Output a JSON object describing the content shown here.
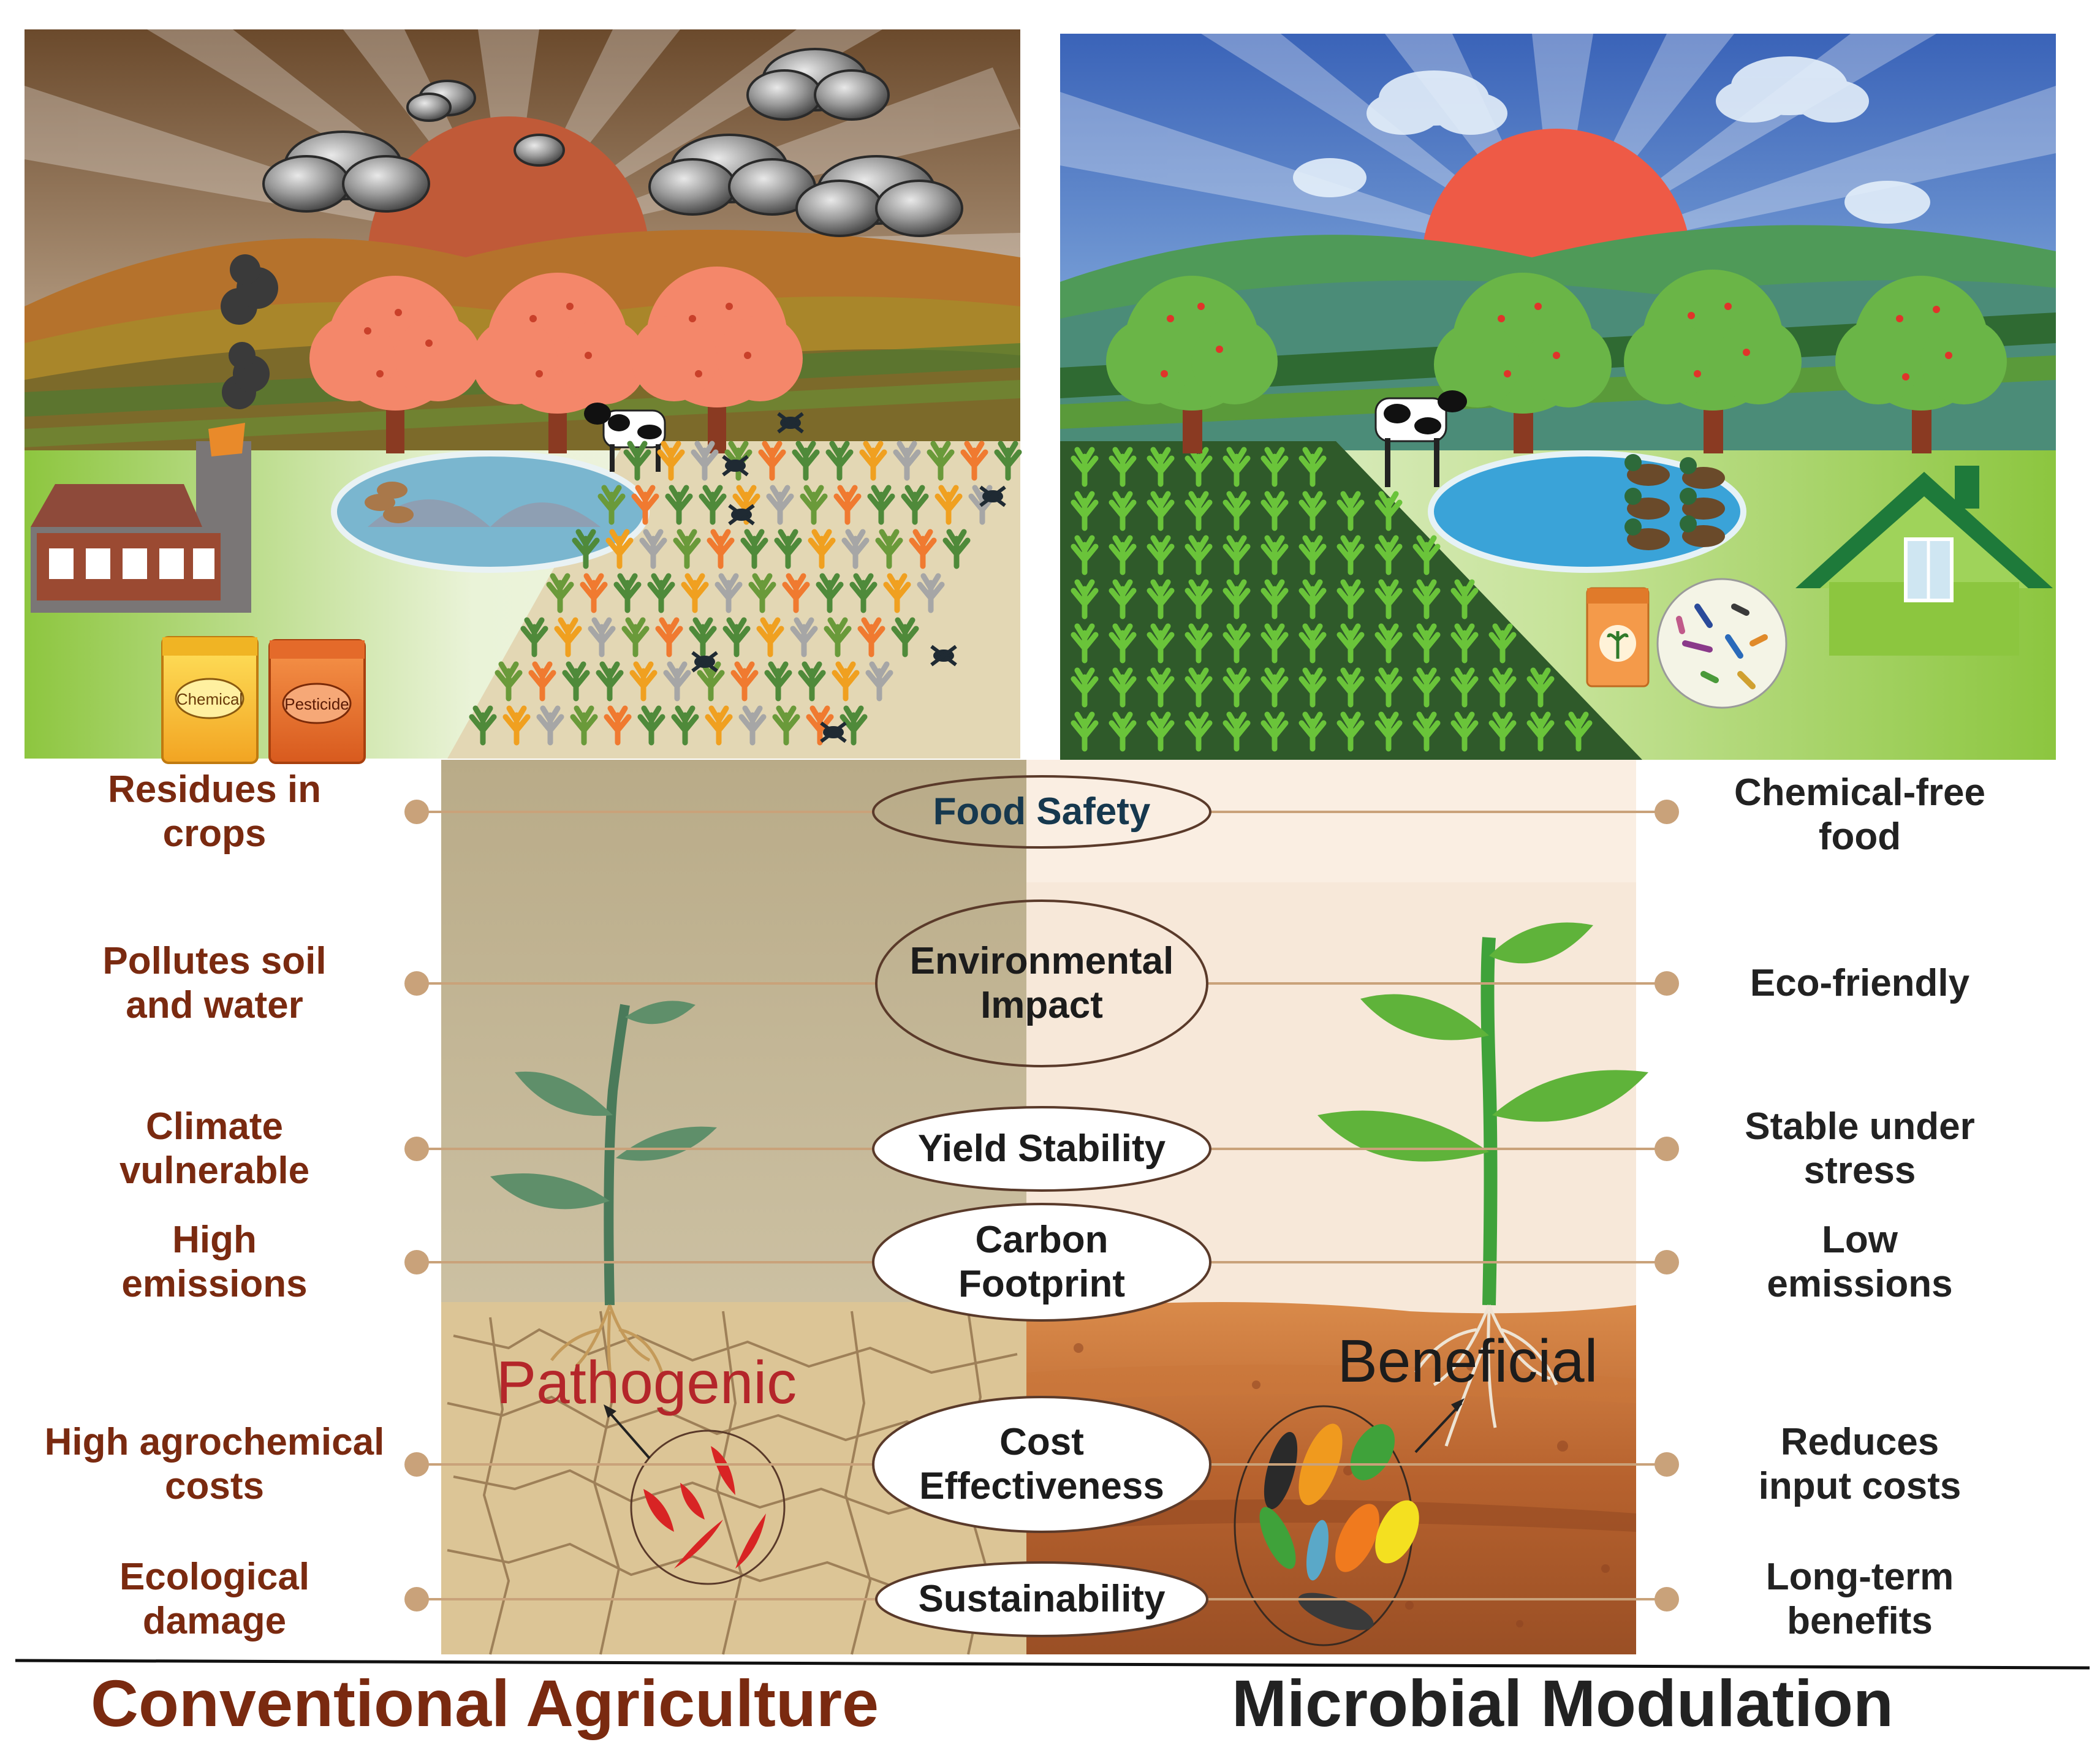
{
  "colors": {
    "conventional_text": "#7a2a10",
    "microbial_text": "#222222",
    "food_safety_text": "#16384e",
    "pathogenic_text": "#b4262a",
    "connector": "#c9a27a",
    "dot": "#c9a27a"
  },
  "icons": {
    "conventional_scene": [
      "factory-icon",
      "smoke-icon",
      "storm-cloud-icon",
      "sun-icon",
      "orange-tree-icon",
      "cow-icon",
      "pond-icon",
      "duck-icon",
      "insect-pest-icon",
      "chemical-bag-icon",
      "pesticide-bag-icon"
    ],
    "microbial_scene": [
      "sun-icon",
      "cloud-icon",
      "green-tree-icon",
      "cow-icon",
      "pond-icon",
      "duck-icon",
      "house-icon",
      "seed-packet-icon",
      "microbe-cluster-icon"
    ],
    "plants": [
      "weak-plant-icon",
      "healthy-plant-icon"
    ],
    "soil": [
      "cracked-soil-icon",
      "fertile-soil-icon",
      "pathogen-cluster-icon",
      "beneficial-microbe-cluster-icon"
    ]
  },
  "bags": {
    "chemical": "Chemical",
    "pesticide": "Pesticide"
  },
  "soil": {
    "pathogenic": "Pathogenic",
    "beneficial": "Beneficial"
  },
  "comparison": [
    {
      "criterion": "Food Safety",
      "conventional": "Residues in\ncrops",
      "microbial": "Chemical-free\nfood"
    },
    {
      "criterion": "Environmental\nImpact",
      "conventional": "Pollutes soil\nand water",
      "microbial": "Eco-friendly"
    },
    {
      "criterion": "Yield Stability",
      "conventional": "Climate\nvulnerable",
      "microbial": "Stable under\nstress"
    },
    {
      "criterion": "Carbon\nFootprint",
      "conventional": "High\nemissions",
      "microbial": "Low\nemissions"
    },
    {
      "criterion": "Cost\nEffectiveness",
      "conventional": "High agrochemical\ncosts",
      "microbial": "Reduces\ninput costs"
    },
    {
      "criterion": "Sustainability",
      "conventional": "Ecological\ndamage",
      "microbial": "Long-term\nbenefits"
    }
  ],
  "titles": {
    "left": "Conventional Agriculture",
    "right": "Microbial Modulation"
  }
}
